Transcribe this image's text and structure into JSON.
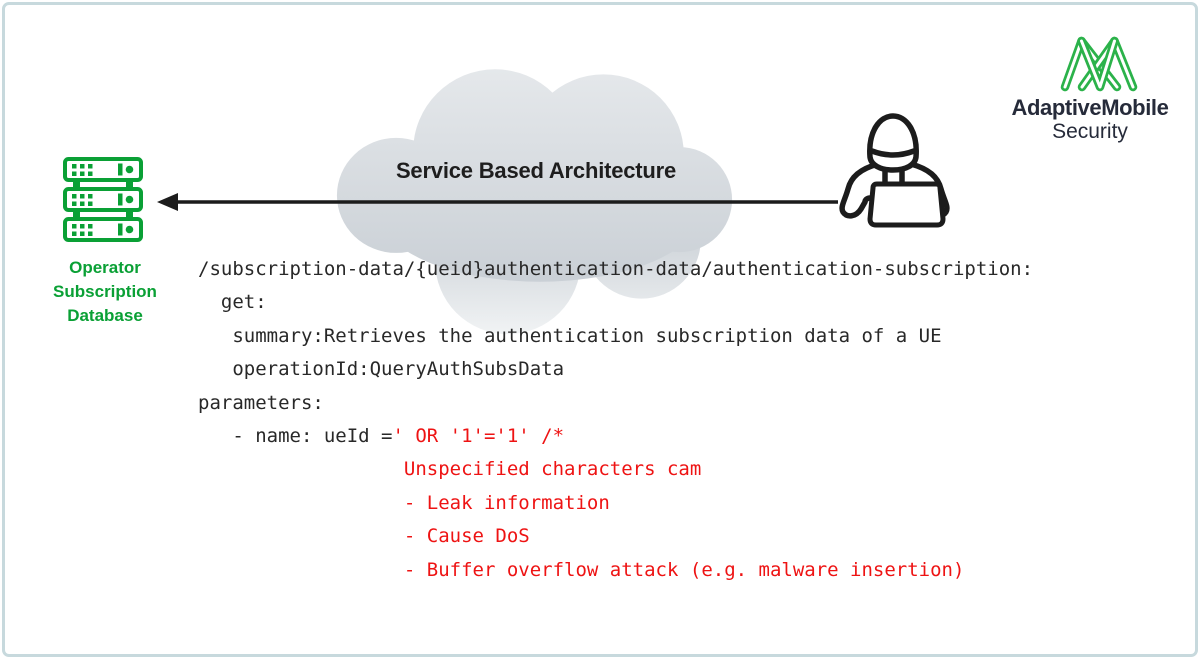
{
  "colors": {
    "background": "#ffffff",
    "frame_border": "#c7d9dd",
    "green": "#0aa035",
    "logo_green": "#2bb24a",
    "logo_text": "#262b3a",
    "ink": "#1c1c1c",
    "title": "#1e1e1e",
    "code_base": "#282828",
    "code_alert": "#ee1313",
    "cloud_top": "#e5e8eb",
    "cloud_bottom": "#c9cfd5",
    "cloud_fade": "#f2f4f5"
  },
  "database": {
    "label": "Operator\nSubscription\nDatabase",
    "icon": "server-rack-icon"
  },
  "cloud": {
    "title": "Service Based Architecture"
  },
  "arrow": {
    "direction": "right-to-left",
    "from": "attacker",
    "to": "operator-subscription-database"
  },
  "attacker": {
    "icon": "hooded-hacker-with-laptop-icon"
  },
  "logo": {
    "name": "AdaptiveMobile",
    "subtitle": "Security",
    "icon": "adaptivemobile-m-loops-mark"
  },
  "code": {
    "lines": [
      {
        "segments": [
          {
            "text": "/subscription-data/{ueid}authentication-data/authentication-subscription:",
            "style": "base"
          }
        ]
      },
      {
        "segments": [
          {
            "text": "  get:",
            "style": "base"
          }
        ]
      },
      {
        "segments": [
          {
            "text": "   summary:Retrieves the authentication subscription data of a UE",
            "style": "base"
          }
        ]
      },
      {
        "segments": [
          {
            "text": "   operationId:QueryAuthSubsData",
            "style": "base"
          }
        ]
      },
      {
        "segments": [
          {
            "text": "parameters:",
            "style": "base"
          }
        ]
      },
      {
        "segments": [
          {
            "text": "   - name: ueId =",
            "style": "base"
          },
          {
            "text": "' OR '1'='1' /*",
            "style": "alert"
          }
        ]
      },
      {
        "segments": [
          {
            "text": "                  Unspecified characters cam",
            "style": "alert"
          }
        ]
      },
      {
        "segments": [
          {
            "text": "                  - Leak information",
            "style": "alert"
          }
        ]
      },
      {
        "segments": [
          {
            "text": "                  - Cause DoS",
            "style": "alert"
          }
        ]
      },
      {
        "segments": [
          {
            "text": "                  - Buffer overflow attack (e.g. malware insertion)",
            "style": "alert"
          }
        ]
      }
    ]
  }
}
